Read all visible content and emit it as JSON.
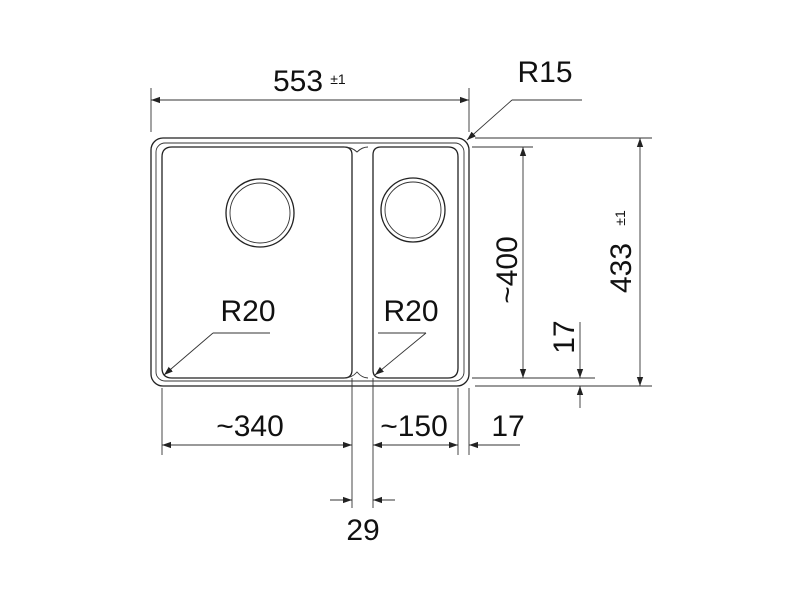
{
  "drawing": {
    "overall_width": {
      "value": "553",
      "tolerance": "±1"
    },
    "overall_height": {
      "value": "433",
      "tolerance": "±1"
    },
    "outer_radius": "R15",
    "left_bowl": {
      "width": "~340",
      "corner_radius": "R20"
    },
    "right_bowl": {
      "width": "~150",
      "corner_radius": "R20"
    },
    "bowl_height": "~400",
    "rim_bottom": "17",
    "rim_right": "17",
    "divider_width": "29"
  }
}
